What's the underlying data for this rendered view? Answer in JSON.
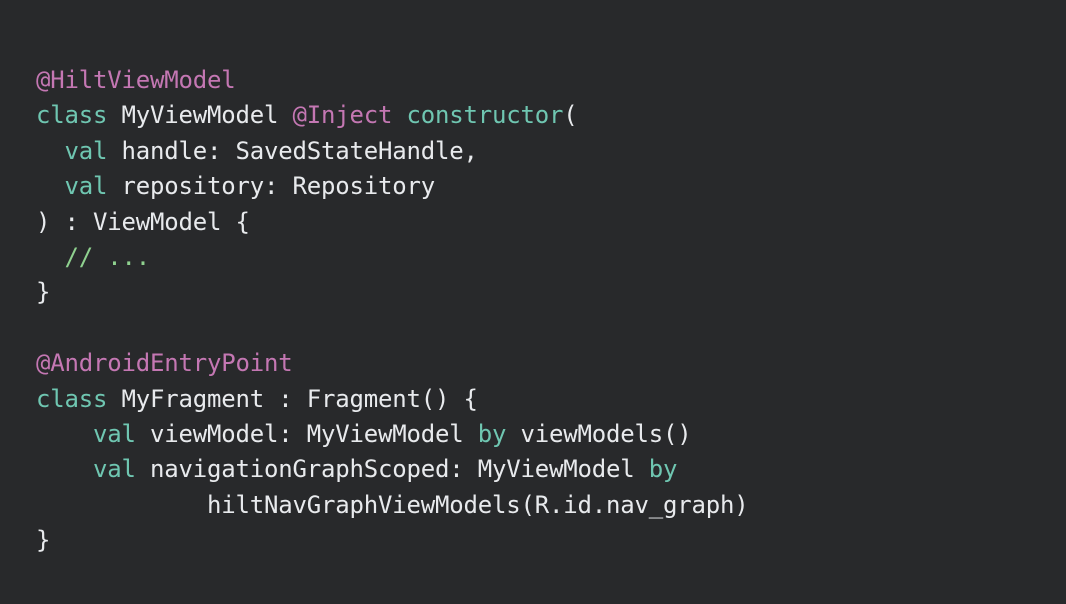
{
  "code": {
    "lines": [
      [
        {
          "t": "@HiltViewModel",
          "k": "annotation"
        }
      ],
      [
        {
          "t": "class",
          "k": "keyword"
        },
        {
          "t": " MyViewModel ",
          "k": "plain"
        },
        {
          "t": "@Inject",
          "k": "annotation"
        },
        {
          "t": " ",
          "k": "plain"
        },
        {
          "t": "constructor",
          "k": "keyword"
        },
        {
          "t": "(",
          "k": "plain"
        }
      ],
      [
        {
          "t": "  ",
          "k": "plain"
        },
        {
          "t": "val",
          "k": "keyword"
        },
        {
          "t": " handle: SavedStateHandle,",
          "k": "plain"
        }
      ],
      [
        {
          "t": "  ",
          "k": "plain"
        },
        {
          "t": "val",
          "k": "keyword"
        },
        {
          "t": " repository: Repository",
          "k": "plain"
        }
      ],
      [
        {
          "t": ") : ViewModel {",
          "k": "plain"
        }
      ],
      [
        {
          "t": "  ",
          "k": "plain"
        },
        {
          "t": "// ...",
          "k": "comment"
        }
      ],
      [
        {
          "t": "}",
          "k": "plain"
        }
      ],
      [
        {
          "t": "",
          "k": "plain"
        }
      ],
      [
        {
          "t": "@AndroidEntryPoint",
          "k": "annotation"
        }
      ],
      [
        {
          "t": "class",
          "k": "keyword"
        },
        {
          "t": " MyFragment : Fragment() {",
          "k": "plain"
        }
      ],
      [
        {
          "t": "    ",
          "k": "plain"
        },
        {
          "t": "val",
          "k": "keyword"
        },
        {
          "t": " viewModel: MyViewModel ",
          "k": "plain"
        },
        {
          "t": "by",
          "k": "keyword"
        },
        {
          "t": " viewModels()",
          "k": "plain"
        }
      ],
      [
        {
          "t": "    ",
          "k": "plain"
        },
        {
          "t": "val",
          "k": "keyword"
        },
        {
          "t": " navigationGraphScoped: MyViewModel ",
          "k": "plain"
        },
        {
          "t": "by",
          "k": "keyword"
        }
      ],
      [
        {
          "t": "            hiltNavGraphViewModels(R.id.nav_graph)",
          "k": "plain"
        }
      ],
      [
        {
          "t": "}",
          "k": "plain"
        }
      ]
    ]
  },
  "colors": {
    "background": "#28292b",
    "text": "#e8eaed",
    "annotation": "#c477b3",
    "keyword": "#6fc6b1",
    "comment": "#8fd18f"
  }
}
